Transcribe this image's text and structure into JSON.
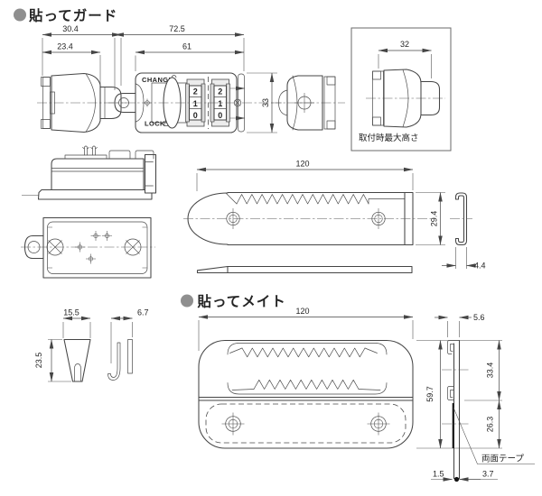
{
  "guard": {
    "bullet": "circle",
    "title": "貼ってガード",
    "front": {
      "change_label": "CHANGE",
      "lock_label": "LOCK",
      "dial_left": [
        "2",
        "1",
        "0"
      ],
      "dial_right": [
        "2",
        "1",
        "0"
      ]
    },
    "dims": {
      "outer_width": "30.4",
      "body_width": "23.4",
      "total_length": "72.5",
      "body_length": "61",
      "height": "33",
      "installed_height": "32",
      "strip_length": "120",
      "strip_width": "29.4",
      "strip_thickness": "4.4"
    },
    "installed_note": "取付時最大高さ"
  },
  "mate": {
    "title": "貼ってメイト",
    "dims": {
      "wedge_width": "15.5",
      "wedge_depth": "6.7",
      "wedge_height": "23.5",
      "plate_length": "120",
      "plate_width": "59.7",
      "profile_depth": "5.6",
      "upper_height": "33.4",
      "lower_height": "26.3",
      "tape_thickness": "1.5",
      "base_depth": "3.7"
    },
    "tape_label": "両面テープ"
  }
}
